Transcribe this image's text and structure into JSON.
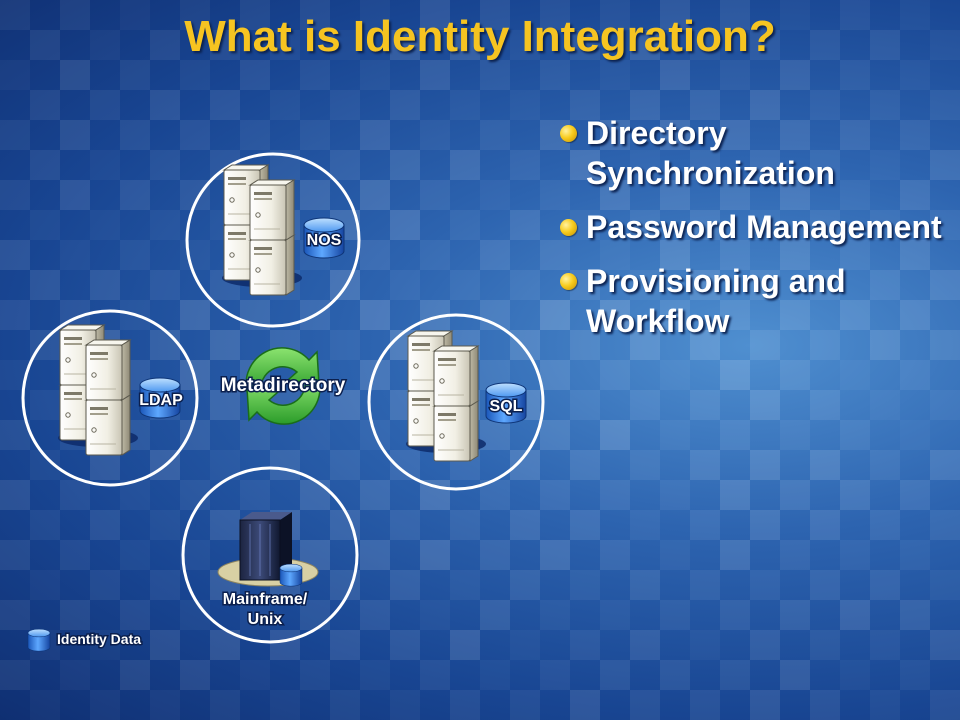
{
  "slide": {
    "title": "What is Identity Integration?",
    "bullets": [
      "Directory Synchronization",
      "Password Management",
      "Provisioning and Workflow"
    ]
  },
  "diagram": {
    "center_label": "Metadirectory",
    "nodes": {
      "nos": "NOS",
      "ldap": "LDAP",
      "sql": "SQL",
      "mainframe_line1": "Mainframe/",
      "mainframe_line2": "Unix"
    },
    "legend": "Identity Data"
  },
  "colors": {
    "title": "#f6c421",
    "bullet": "#f8cc1e",
    "text": "#ffffff",
    "cycle_arrows": "#3fbf3a",
    "database": "#2f7fe0"
  },
  "icons": [
    "server-icon",
    "database-icon",
    "cycle-arrows-icon",
    "mainframe-icon"
  ]
}
